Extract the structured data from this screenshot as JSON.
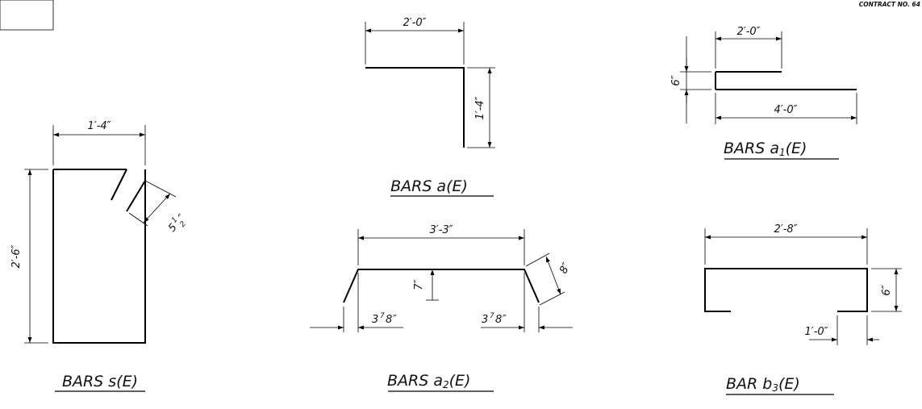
{
  "header": {
    "contract": "CONTRACT NO. 64"
  },
  "diagrams": {
    "bars_s": {
      "title": "BARS s(E)",
      "dim_width": "1′-4″",
      "dim_height": "2′-6″",
      "dim_hook_main": "5",
      "dim_hook_num": "1",
      "dim_hook_den": "2",
      "dim_hook_unit": "″"
    },
    "bars_a": {
      "title": "BARS a(E)",
      "dim_top": "2′-0″",
      "dim_leg": "1′-4″"
    },
    "bars_a1": {
      "title_main": "BARS a",
      "title_sub": "1",
      "title_tail": "(E)",
      "dim_top": "2′-0″",
      "dim_offset": "6″",
      "dim_bottom": "4′-0″"
    },
    "bars_a2": {
      "title_main": "BARS a",
      "title_sub": "2",
      "title_tail": "(E)",
      "dim_top": "3′-3″",
      "dim_rise": "7″",
      "dim_slope": "8″",
      "dim_left_main": "3",
      "dim_left_num": "7",
      "dim_left_den": "8",
      "dim_left_unit": "″",
      "dim_right_main": "3",
      "dim_right_num": "7",
      "dim_right_den": "8",
      "dim_right_unit": "″"
    },
    "bar_b3": {
      "title_main": "BAR b",
      "title_sub": "3",
      "title_tail": "(E)",
      "dim_top": "2′-8″",
      "dim_height": "6″",
      "dim_return": "1′-0″"
    }
  }
}
